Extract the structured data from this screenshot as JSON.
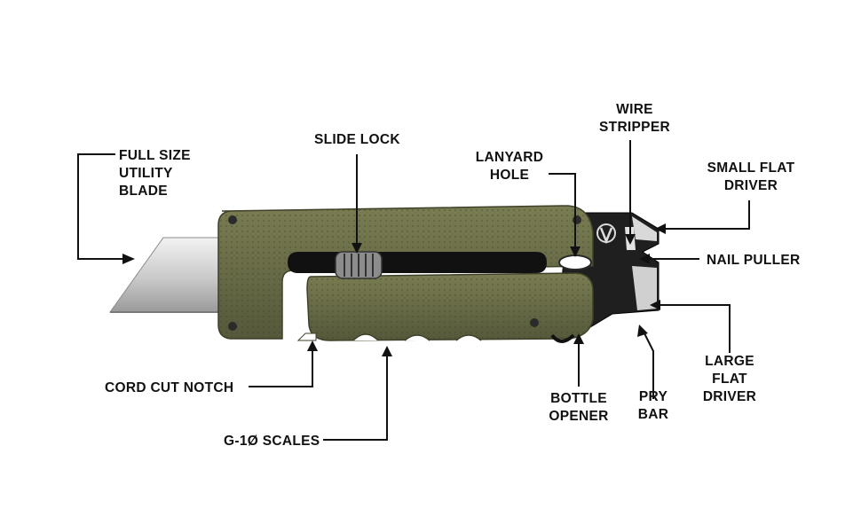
{
  "diagram": {
    "labels": {
      "blade": [
        "FULL SIZE",
        "UTILITY",
        "BLADE"
      ],
      "slide_lock": [
        "SLIDE LOCK"
      ],
      "lanyard_hole": [
        "LANYARD",
        "HOLE"
      ],
      "wire_stripper": [
        "WIRE",
        "STRIPPER"
      ],
      "small_flat_driver": [
        "SMALL FLAT",
        "DRIVER"
      ],
      "nail_puller": [
        "NAIL PULLER"
      ],
      "large_flat_driver": [
        "LARGE",
        "FLAT",
        "DRIVER"
      ],
      "pry_bar": [
        "PRY",
        "BAR"
      ],
      "bottle_opener": [
        "BOTTLE",
        "OPENER"
      ],
      "cord_cut_notch": [
        "CORD CUT NOTCH"
      ],
      "scales": [
        "G-1Ø SCALES"
      ]
    },
    "colors": {
      "handle": "#6b6e45",
      "handle_dark": "#4f5233",
      "blade": "#d6d6d6",
      "steel": "#1e1e1e",
      "line": "#111111"
    },
    "logo_icon": "gerber-logo-icon"
  }
}
